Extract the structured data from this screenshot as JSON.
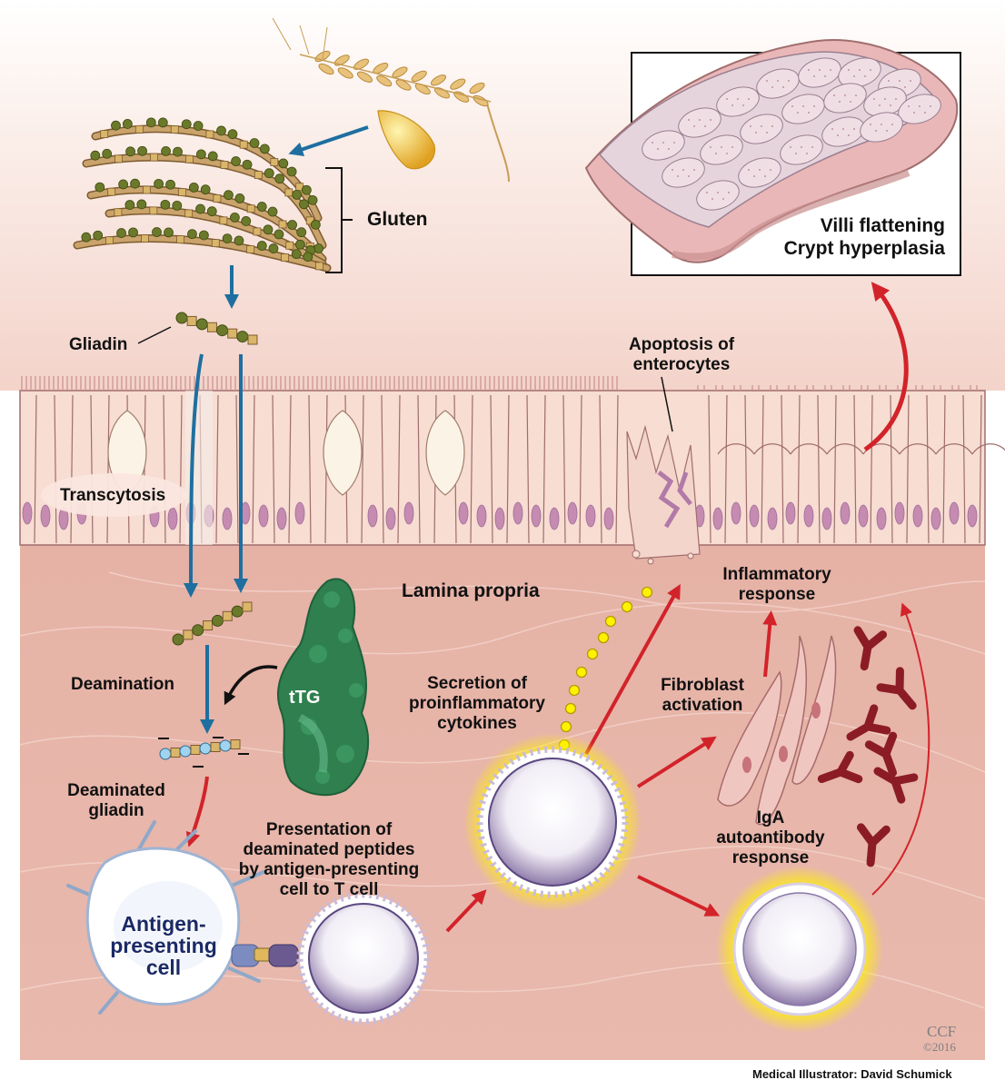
{
  "labels": {
    "gluten": "Gluten",
    "gliadin": "Gliadin",
    "transcytosis": "Transcytosis",
    "lamina_propria": "Lamina propria",
    "deamination": "Deamination",
    "ttg": "tTG",
    "deaminated_gliadin": "Deaminated\ngliadin",
    "presentation": "Presentation of\ndeaminated peptides\nby antigen-presenting\ncell to T cell",
    "apc": "Antigen-\npresenting\ncell",
    "secretion": "Secretion of\nproinflammatory\ncytokines",
    "fibroblast": "Fibroblast\nactivation",
    "inflammatory": "Inflammatory\nresponse",
    "iga": "IgA\nautoantibody\nresponse",
    "apoptosis": "Apoptosis of\nenterocytes",
    "villi_box": "Villi flattening\nCrypt hyperplasia"
  },
  "credits": {
    "ccf": "CCF",
    "year": "©2016",
    "illustrator": "Medical Illustrator: David Schumick"
  },
  "colors": {
    "lumen": "#f6e3dc",
    "lamina": "#e8b3a8",
    "epithelium": "#f7ddd2",
    "cell_border": "#a06d6d",
    "nucleus": "#c58bb0",
    "blue_arrow": "#1e6fa0",
    "red_arrow": "#d2232a",
    "ttg_green": "#2f7f4f",
    "antibody": "#8b1c26",
    "strand_tan": "#a37e4e",
    "bead_olive": "#6b7a2a",
    "glow_yellow": "#fff200"
  }
}
